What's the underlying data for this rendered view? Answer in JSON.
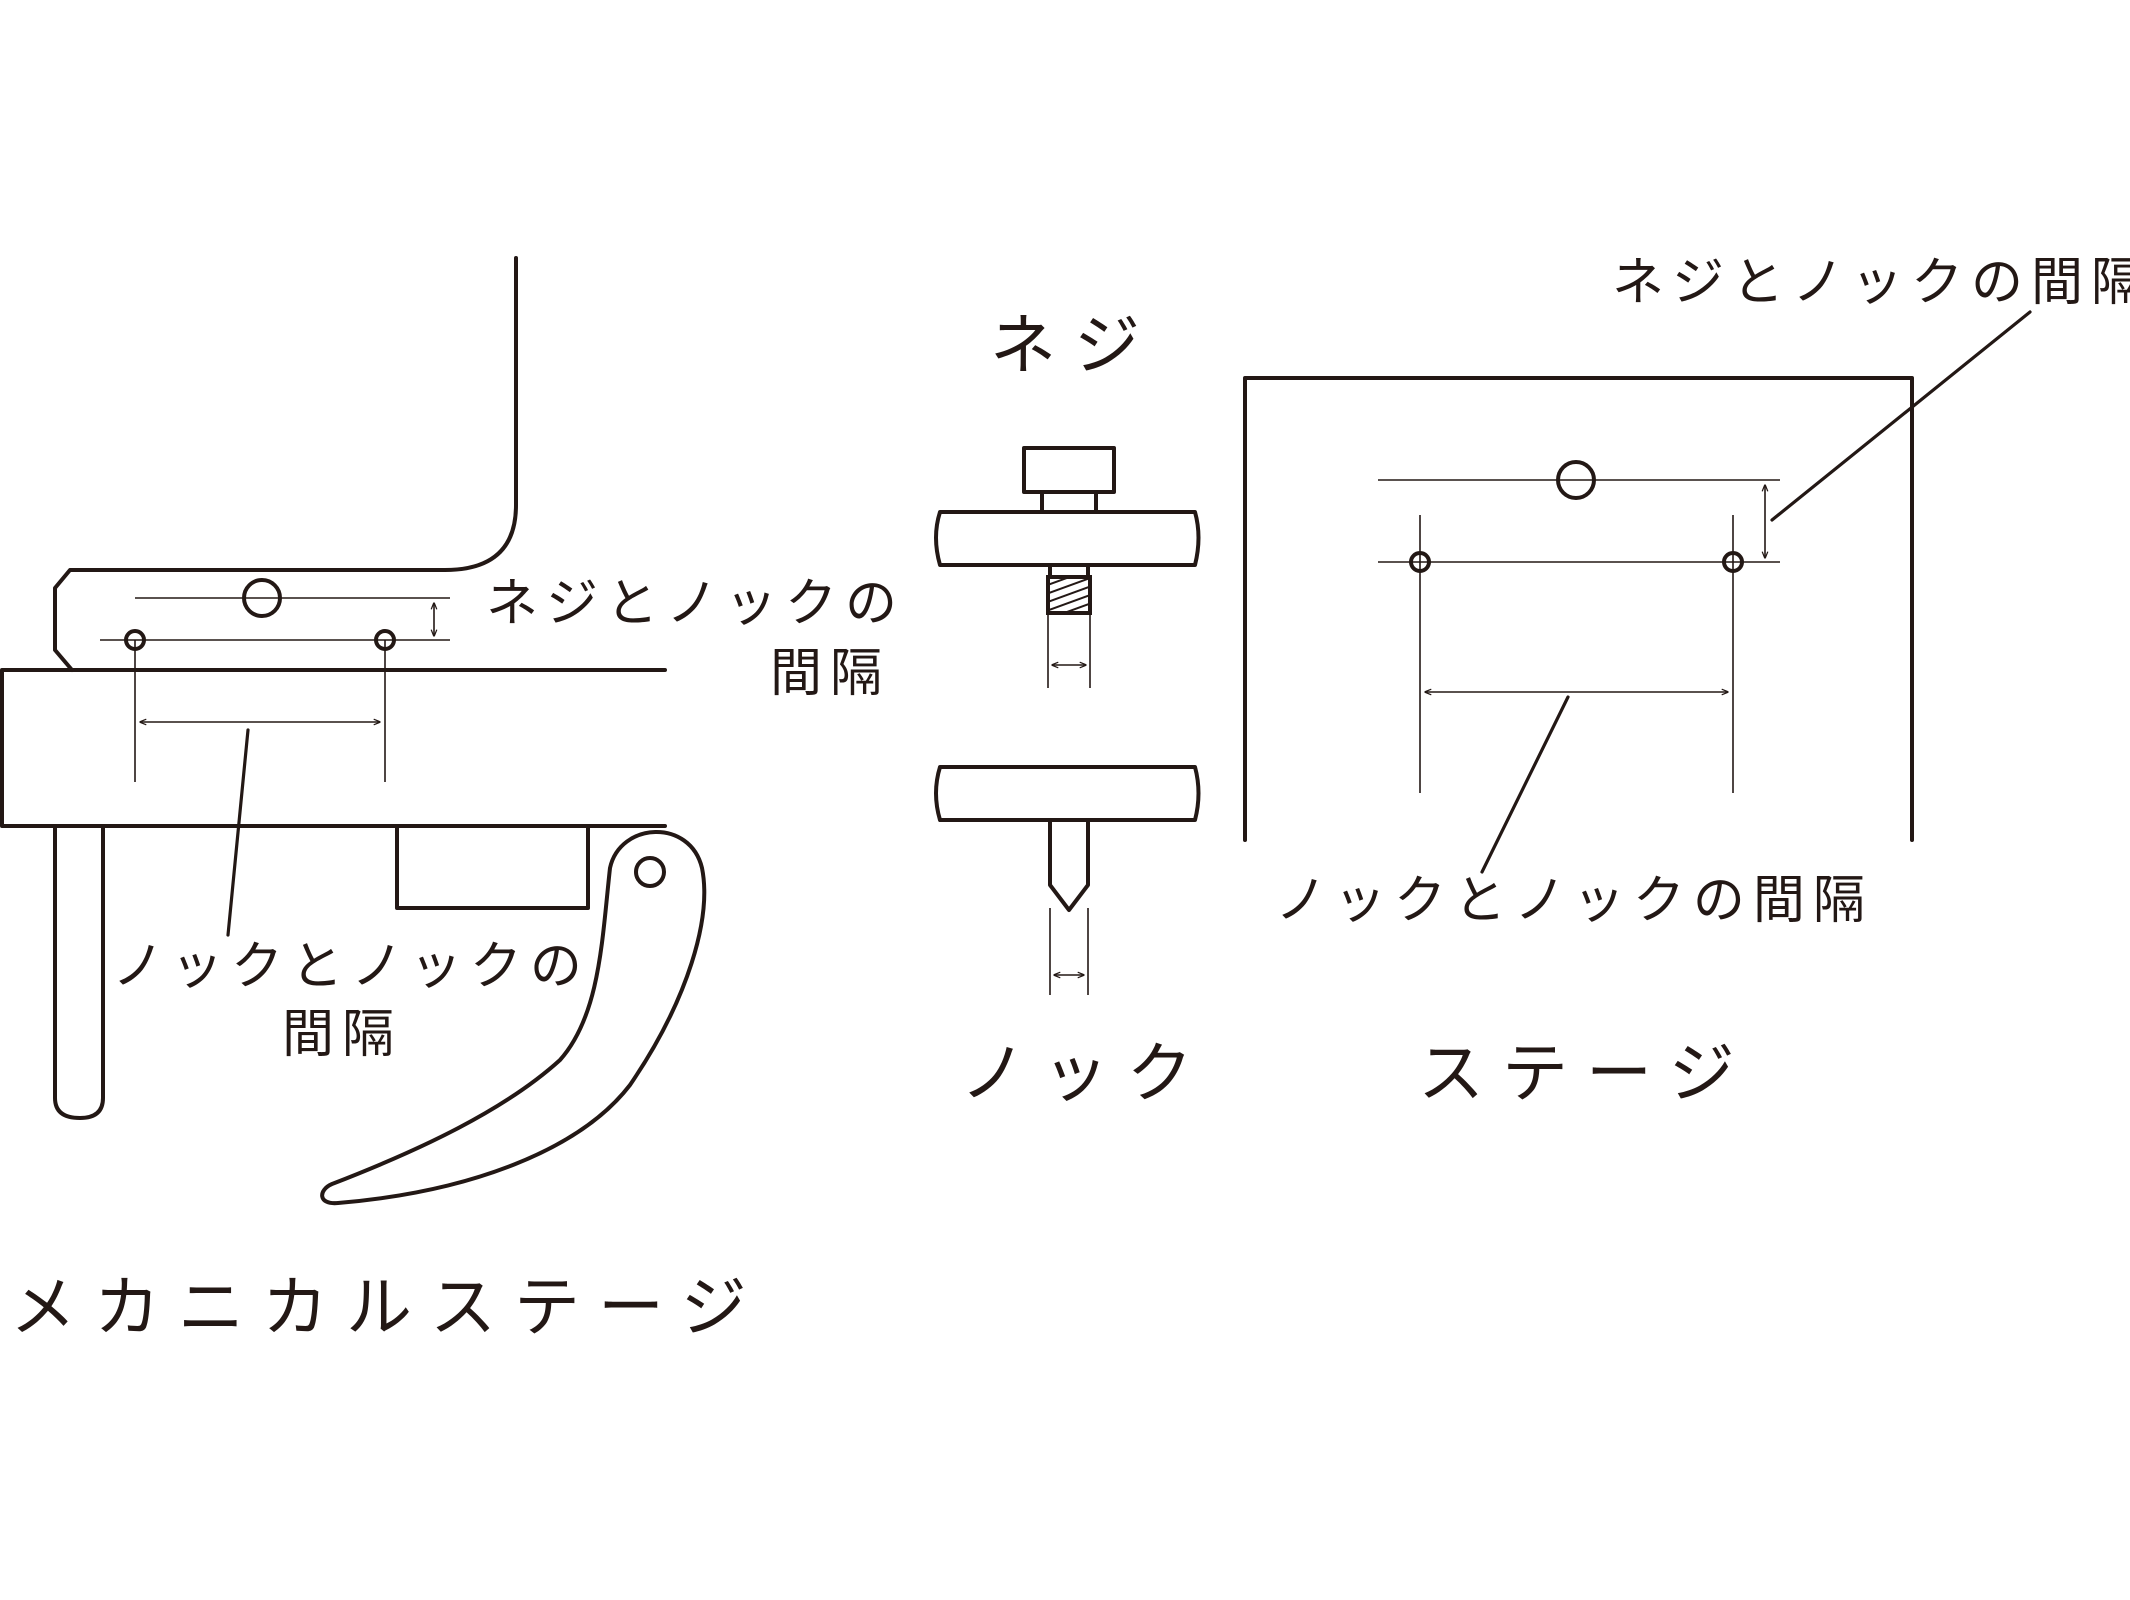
{
  "diagram": {
    "accent_color": "#231815",
    "mechanical_stage": {
      "title": "メカニカルステージ",
      "label_screw_to_knock_line1": "ネジとノックの",
      "label_screw_to_knock_line2": "間隔",
      "label_knock_to_knock_line1": "ノックとノックの",
      "label_knock_to_knock_line2": "間隔"
    },
    "screw": {
      "title": "ネジ"
    },
    "knock": {
      "title": "ノック"
    },
    "stage": {
      "title": "ステージ",
      "label_screw_to_knock": "ネジとノックの間隔",
      "label_knock_to_knock": "ノックとノックの間隔"
    }
  }
}
